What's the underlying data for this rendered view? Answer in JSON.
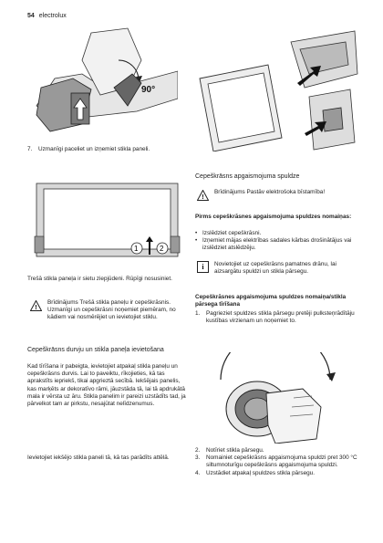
{
  "header": {
    "page_number": "54",
    "brand": "electrolux"
  },
  "figures": {
    "top_left_angle": "90°",
    "middle_left_step1": "1",
    "middle_left_step2": "2"
  },
  "left": {
    "step7_num": "7.",
    "step7_text": "Uzmanīgi paceliet un izņemiet stikla paneli.",
    "after_fig": "Trešā stikla paneļa ir sietu ziepjūdeni. Rūpīgi nosusiniet.",
    "warning": "Brīdinājums Trešā stikla paneļu ir cepeškrāsnis. Uzmanīgi un cepeškrāsni noņemiet piemēram, no kādiem vai nosmērējiet un ievietojiet stiklu.",
    "section_title": "Cepeškrāsns durvju un stikla paneļa ievietošana",
    "section_body": "Kad tīrīšana ir pabeigta, ievietojiet atpakaļ stikla paneļu un cepeškrāsns durvis. Lai to paveiktu, rīkojieties, kā tas aprakstīts iepriekš, tikai apgrieztā secībā. Iekšējais panelis, kas marķēts ar dekoratīvo rāmi, jāuzstāda tā, lai tā apdrukātā mala ir vērsta uz āru. Stikla panelim ir pareizi uzstādīts tad, ja pārvelkot tam ar pirkstu, nesajūtat nelīdzenumus.",
    "section_body2": "Ievietojiet iekšējo stikla paneli tā, kā tas parādīts attēlā."
  },
  "right": {
    "title": "Cepeškrāsns apgaismojuma spuldze",
    "warning": "Brīdinājums Pastāv elektrošoka bīstamība!",
    "before_title": "Pirms cepeškrāsnes apgaismojuma spuldzes nomaiņas:",
    "bullets": [
      "Izslēdziet cepeškrāsni.",
      "Izņemiet mājas elektrības sadales kārbas drošinātājus vai izslēdziet atslēdzēju."
    ],
    "info": "Novietojiet uz cepeškrāsns pamatnes drānu, lai aizsargātu spuldzi un stikla pārsegu.",
    "back_title": "Cepeškrāsnes apgaismojuma spuldzes nomaiņa/stikla pārsega tīrīšana",
    "step1_num": "1.",
    "step1": "Pagrieziet spuldzes stikla pārsegu pretēji pulksteņrādītāju kustības virzienam un noņemiet to.",
    "steps": [
      {
        "num": "2.",
        "text": "Notīriet stikla pārsegu."
      },
      {
        "num": "3.",
        "text": "Nomainiet cepeškrāsns apgaismojuma spuldzi pret 300 °C siltumnoturīgu cepeškrāsns apgaismojuma spuldzi."
      },
      {
        "num": "4.",
        "text": "Uzstādiet atpakaļ spuldzes stikla pārsegu."
      }
    ]
  }
}
